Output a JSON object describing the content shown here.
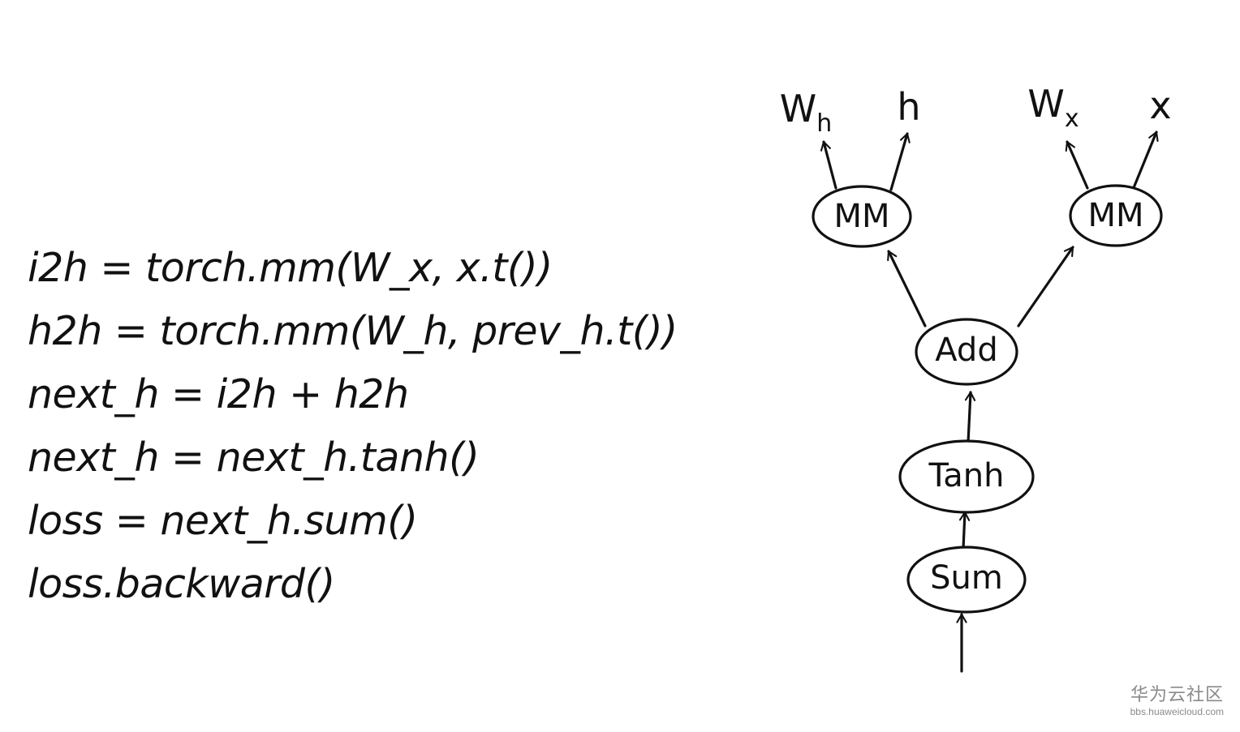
{
  "code": {
    "lines": [
      "i2h = torch.mm(W_x, x.t())",
      "h2h = torch.mm(W_h, prev_h.t())",
      "next_h = i2h + h2h",
      "next_h = next_h.tanh()",
      "loss = next_h.sum()",
      "loss.backward()"
    ]
  },
  "graph": {
    "nodes": {
      "mm_left": "MM",
      "mm_right": "MM",
      "add": "Add",
      "tanh": "Tanh",
      "sum": "Sum"
    },
    "leaves": {
      "w_h": {
        "base": "W",
        "sub": "h"
      },
      "h": "h",
      "w_x": {
        "base": "W",
        "sub": "x"
      },
      "x": "x"
    }
  },
  "watermark": {
    "brand": "华为云社区",
    "url": "bbs.huaweicloud.com"
  },
  "colors": {
    "ink": "#111111",
    "background": "#ffffff",
    "watermark": "#8a8a8a"
  }
}
